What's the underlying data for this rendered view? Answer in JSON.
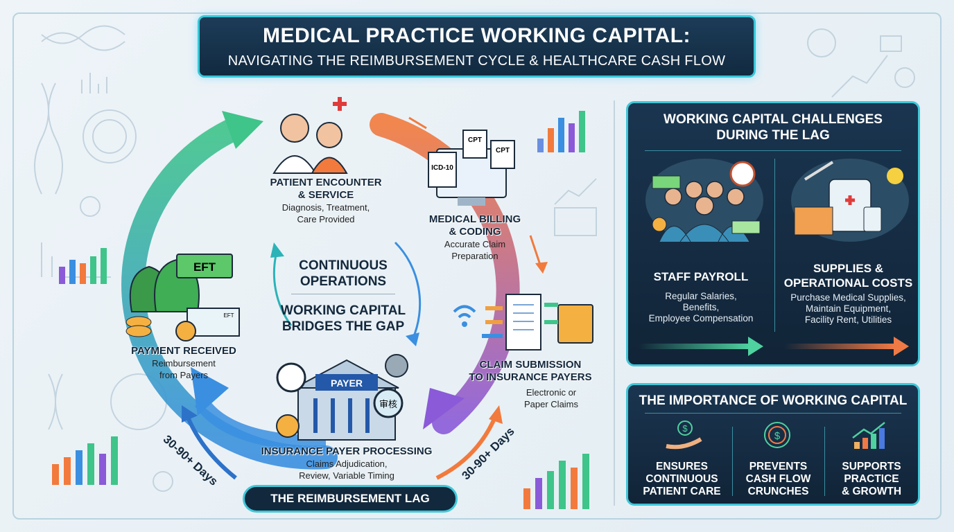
{
  "title": {
    "line1": "MEDICAL PRACTICE WORKING CAPITAL:",
    "line2": "NAVIGATING THE REIMBURSEMENT CYCLE & HEALTHCARE CASH FLOW"
  },
  "cycle": {
    "nodes": [
      {
        "title_l1": "PATIENT ENCOUNTER",
        "title_l2": "& SERVICE",
        "desc_l1": "Diagnosis, Treatment,",
        "desc_l2": "Care Provided",
        "icon": "doctor-patient-icon"
      },
      {
        "title_l1": "MEDICAL BILLING",
        "title_l2": "& CODING",
        "desc_l1": "Accurate Claim",
        "desc_l2": "Preparation",
        "icon": "billing-computer-icon",
        "tags": [
          "ICD-10",
          "CPT",
          "CPT"
        ]
      },
      {
        "title_l1": "CLAIM SUBMISSION",
        "title_l2": "TO INSURANCE PAYERS",
        "desc_l1": "Electronic or",
        "desc_l2": "Paper Claims",
        "icon": "claim-document-icon"
      },
      {
        "title_l1": "INSURANCE PAYER PROCESSING",
        "desc_l1": "Claims Adjudication,",
        "desc_l2": "Review, Variable Timing",
        "icon": "payer-building-icon",
        "sign": "PAYER",
        "stamp": "审核"
      },
      {
        "title_l1": "PAYMENT RECEIVED",
        "desc_l1": "Reimbursement",
        "desc_l2": "from Payers",
        "icon": "money-bag-icon",
        "tags": [
          "EFT",
          "EFT"
        ]
      }
    ],
    "center_l1": "CONTINUOUS",
    "center_l2": "OPERATIONS",
    "center_l3": "WORKING CAPITAL",
    "center_l4": "BRIDGES THE GAP",
    "days_left": "30-90+ Days",
    "days_right": "30-90+ Days",
    "lag_label": "THE REIMBURSEMENT LAG",
    "colors": {
      "green": "#3fc48a",
      "orange": "#f27a3c",
      "purple": "#8a5ad8",
      "blue": "#3a8fe0",
      "teal": "#2bb3b8"
    }
  },
  "challenges": {
    "title_l1": "WORKING CAPITAL CHALLENGES",
    "title_l2": "DURING THE LAG",
    "items": [
      {
        "title": "STAFF PAYROLL",
        "desc": [
          "Regular Salaries,",
          "Benefits,",
          "Employee Compensation"
        ],
        "icon": "staff-group-icon",
        "arrow": "#4fd1a0"
      },
      {
        "title_l1": "SUPPLIES &",
        "title_l2": "OPERATIONAL COSTS",
        "desc": [
          "Purchase Medical Supplies,",
          "Maintain Equipment,",
          "Facility Rent, Utilities"
        ],
        "icon": "medical-supplies-icon",
        "arrow": "#f07a45"
      }
    ]
  },
  "importance": {
    "title": "THE IMPORTANCE OF WORKING CAPITAL",
    "items": [
      {
        "l1": "ENSURES",
        "l2": "CONTINUOUS",
        "l3": "PATIENT CARE",
        "icon": "hand-dollar-icon"
      },
      {
        "l1": "PREVENTS",
        "l2": "CASH FLOW",
        "l3": "CRUNCHES",
        "icon": "cycle-dollar-icon"
      },
      {
        "l1": "SUPPORTS",
        "l2": "PRACTICE",
        "l3": "& GROWTH",
        "icon": "growth-chart-icon"
      }
    ]
  }
}
